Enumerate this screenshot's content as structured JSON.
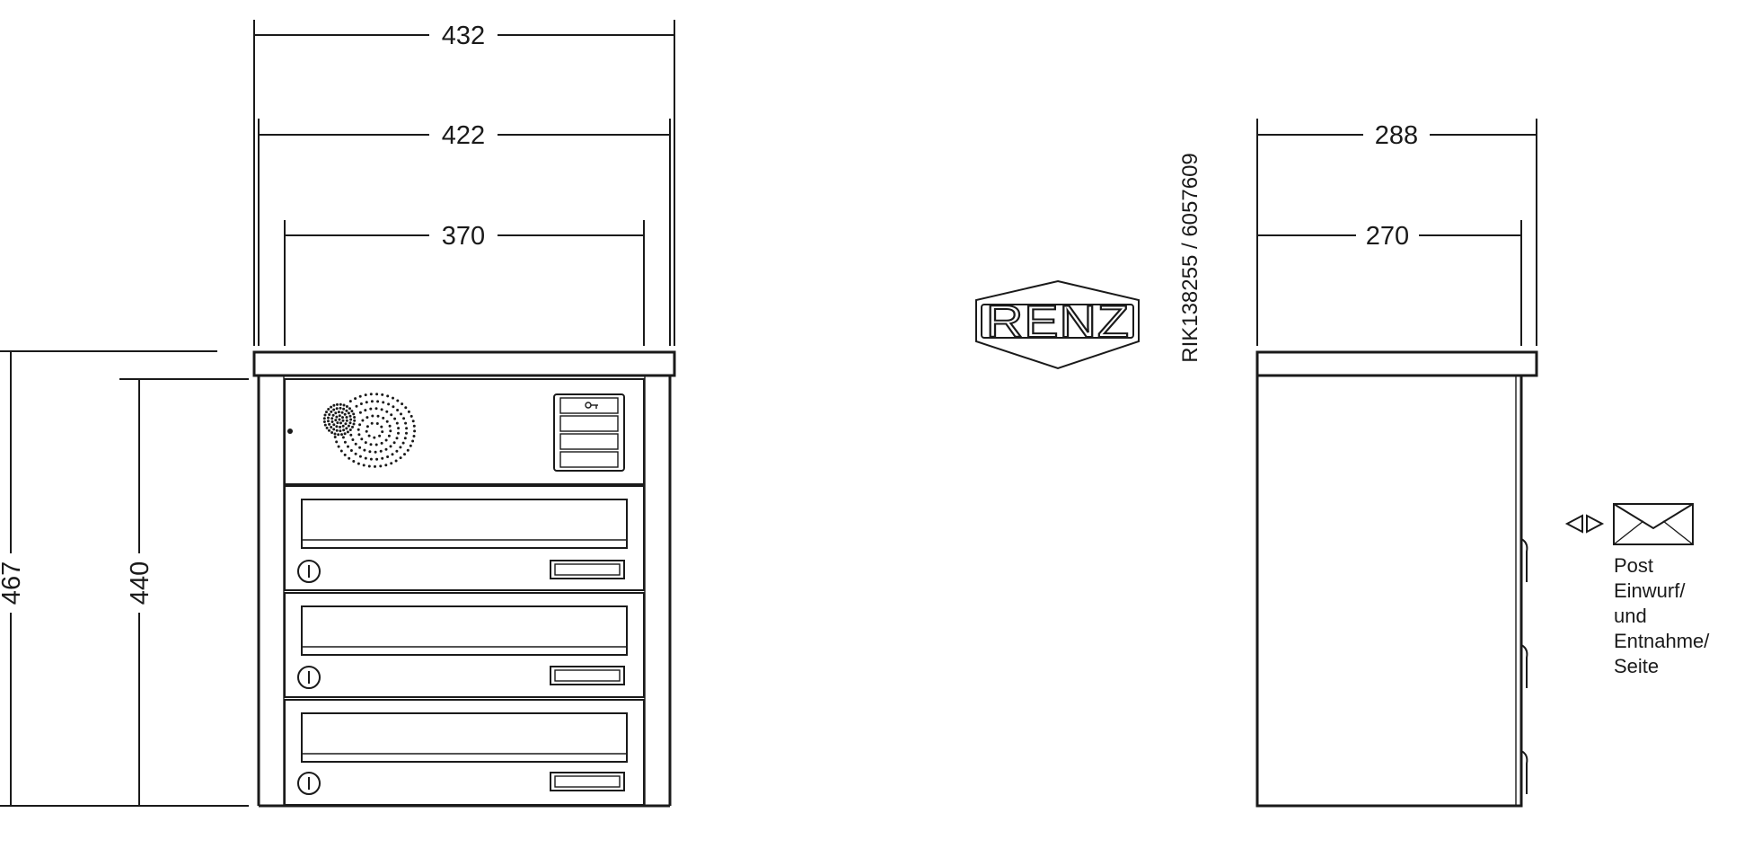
{
  "front_view": {
    "width_overall": "432",
    "width_body": "422",
    "width_front_panel": "370",
    "height_overall": "467",
    "height_body": "440",
    "mailbox_count": 3
  },
  "logo": {
    "brand": "RENZ"
  },
  "article_number": "RIK138255 / 6057609",
  "side_view": {
    "depth_overall": "288",
    "depth_body": "270"
  },
  "mail_access_note": {
    "line1": "Post",
    "line2": "Einwurf/",
    "line3": "und",
    "line4": "Entnahme/",
    "line5": "Seite"
  }
}
